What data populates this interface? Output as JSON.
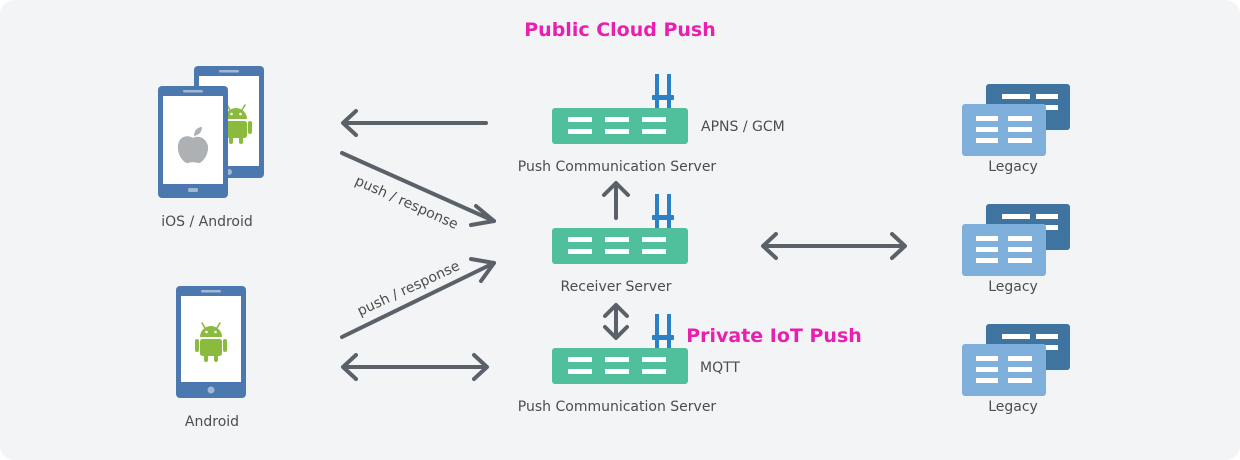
{
  "title": "Public Cloud Push",
  "private_title": "Private IoT Push",
  "devices": {
    "top_label": "iOS / Android",
    "bottom_label": "Android"
  },
  "servers": {
    "top_label": "Push Communication Server",
    "top_side_label": "APNS / GCM",
    "middle_label": "Receiver Server",
    "bottom_label": "Push Communication Server",
    "bottom_side_label": "MQTT"
  },
  "arrows": {
    "upper_label": "push / response",
    "lower_label": "push / response"
  },
  "legacy": {
    "labels": [
      "Legacy",
      "Legacy",
      "Legacy"
    ]
  },
  "colors": {
    "background": "#f2f4f6",
    "accent_pink": "#e91fb2",
    "server_green": "#4fbf9c",
    "antenna_blue": "#2c80c6",
    "phone_blue": "#4c78b0",
    "legacy_dark": "#3f73a0",
    "legacy_light": "#7fb0dc",
    "arrow_gray": "#5a6169",
    "android_green": "#8bbb3e"
  },
  "icons": [
    "smartphone-icon",
    "apple-logo-icon",
    "android-logo-icon",
    "server-icon",
    "legacy-system-icon"
  ]
}
